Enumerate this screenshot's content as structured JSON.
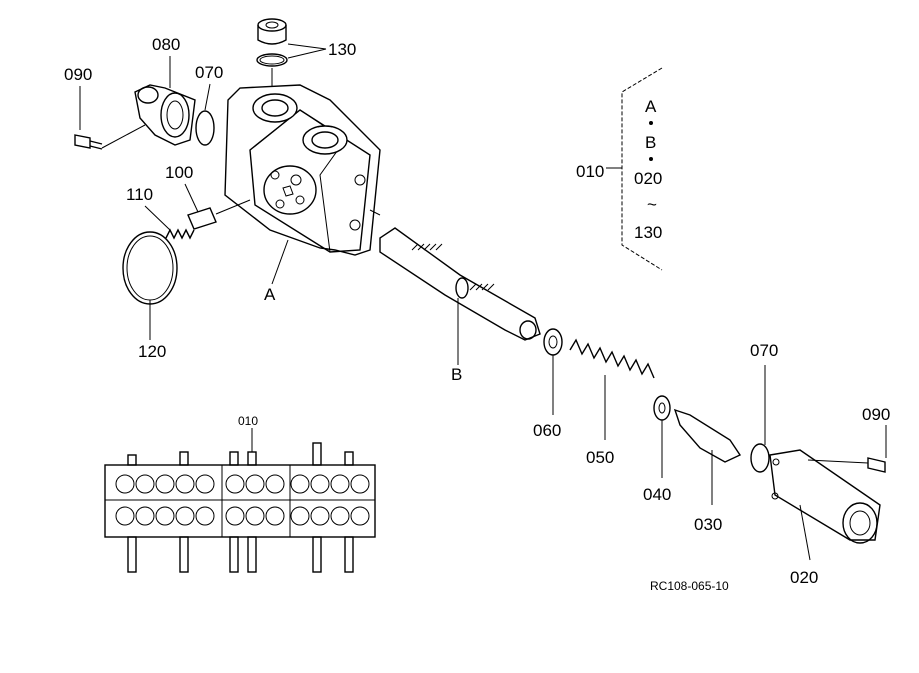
{
  "diagram": {
    "parts": {
      "p090_top": "090",
      "p080": "080",
      "p070_top": "070",
      "p130": "130",
      "p110": "110",
      "p100": "100",
      "p120": "120",
      "pA": "A",
      "pB": "B",
      "p010": "010",
      "p060": "060",
      "p050": "050",
      "p040": "040",
      "p030": "030",
      "p070_bot": "070",
      "p090_bot": "090",
      "p020": "020",
      "p010_small": "010"
    },
    "assembly_bracket": {
      "items": [
        "A",
        "B",
        "020",
        "130"
      ],
      "range_symbol": "~"
    },
    "reference_code": "RC108-065-10"
  }
}
